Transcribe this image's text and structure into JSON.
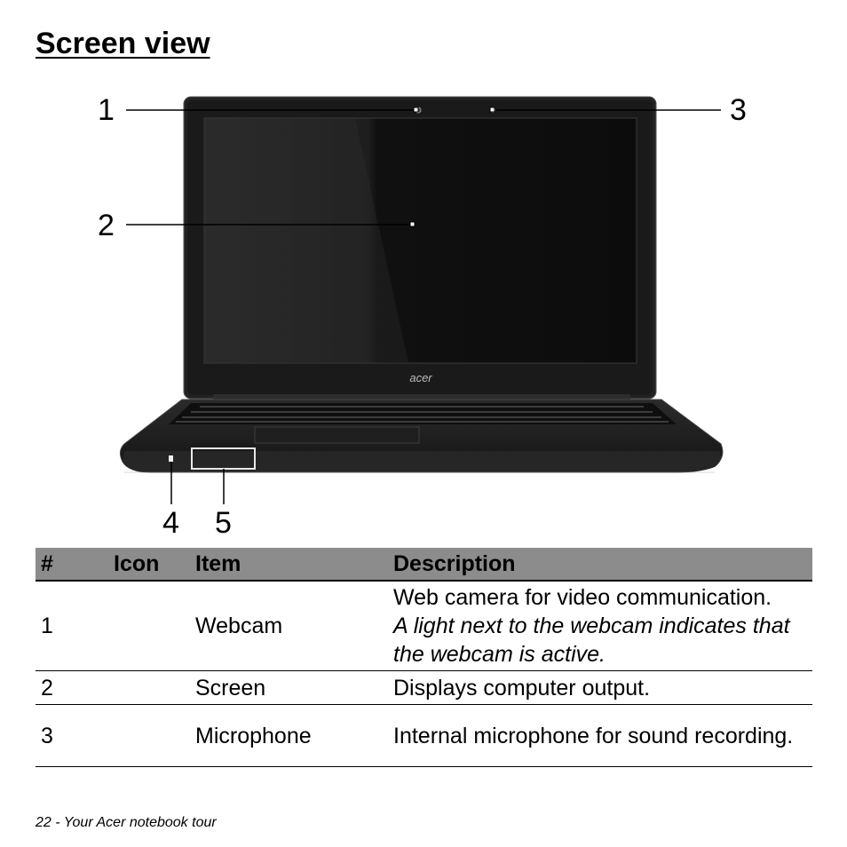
{
  "page": {
    "title": "Screen view",
    "footer": "22 - Your Acer notebook tour"
  },
  "figure": {
    "brand_label": "acer",
    "callouts": [
      "1",
      "2",
      "3",
      "4",
      "5"
    ]
  },
  "table": {
    "headers": [
      "#",
      "Icon",
      "Item",
      "Description"
    ],
    "rows": [
      {
        "num": "1",
        "icon": "",
        "item": "Webcam",
        "description": "Web camera for video communication.",
        "note": "A light next to the webcam indicates that the webcam is active."
      },
      {
        "num": "2",
        "icon": "",
        "item": "Screen",
        "description": "Displays computer output.",
        "note": ""
      },
      {
        "num": "3",
        "icon": "",
        "item": "Microphone",
        "description": "Internal microphone for sound recording.",
        "note": ""
      }
    ]
  },
  "colors": {
    "header_bg": "#8c8c8c",
    "laptop_body": "#1c1c1c"
  }
}
